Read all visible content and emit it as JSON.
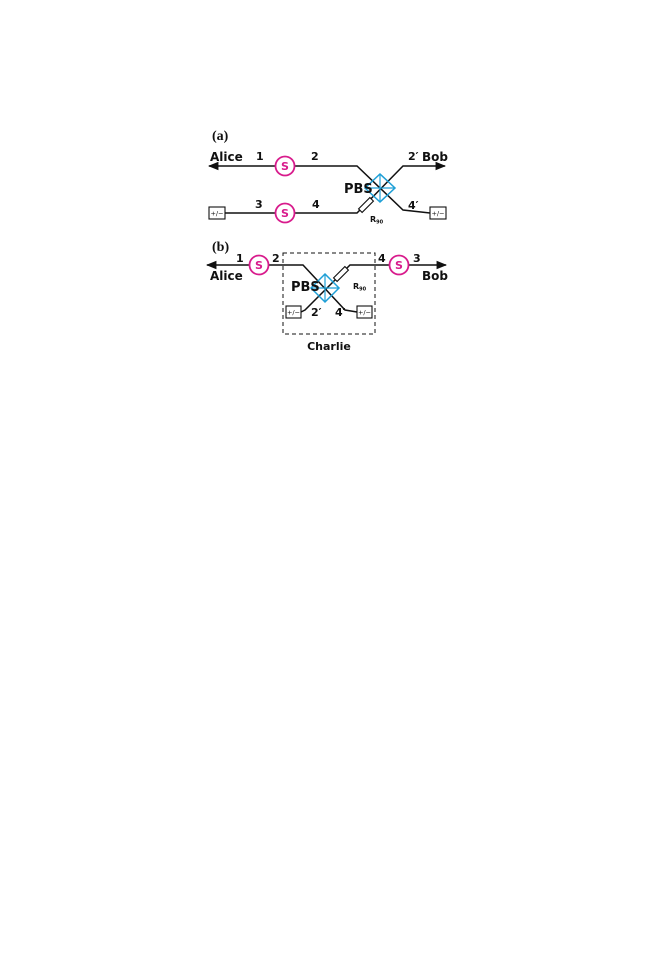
{
  "colors": {
    "source": "#d81b8c",
    "pbs": "#1e9fd6",
    "line": "#111111"
  },
  "panel_a": {
    "label": "(a)",
    "alice": "Alice",
    "bob": "Bob",
    "port1": "1",
    "port2": "2",
    "port3": "3",
    "port4": "4",
    "port2p": "2′",
    "port4p": "4′",
    "pbs": "PBS",
    "r_main": "R",
    "r_sub": "90",
    "source_top": "S",
    "source_bottom": "S",
    "detector_left": "+/−",
    "detector_right": "+/−"
  },
  "panel_b": {
    "label": "(b)",
    "alice": "Alice",
    "bob": "Bob",
    "port1": "1",
    "port2": "2",
    "port3": "3",
    "port4": "4",
    "port2p": "2′",
    "port4p": "4′",
    "pbs": "PBS",
    "r_main": "R",
    "r_sub": "90",
    "source_left": "S",
    "source_right": "S",
    "detector_left": "+/−",
    "detector_right": "+/−",
    "charlie": "Charlie"
  }
}
